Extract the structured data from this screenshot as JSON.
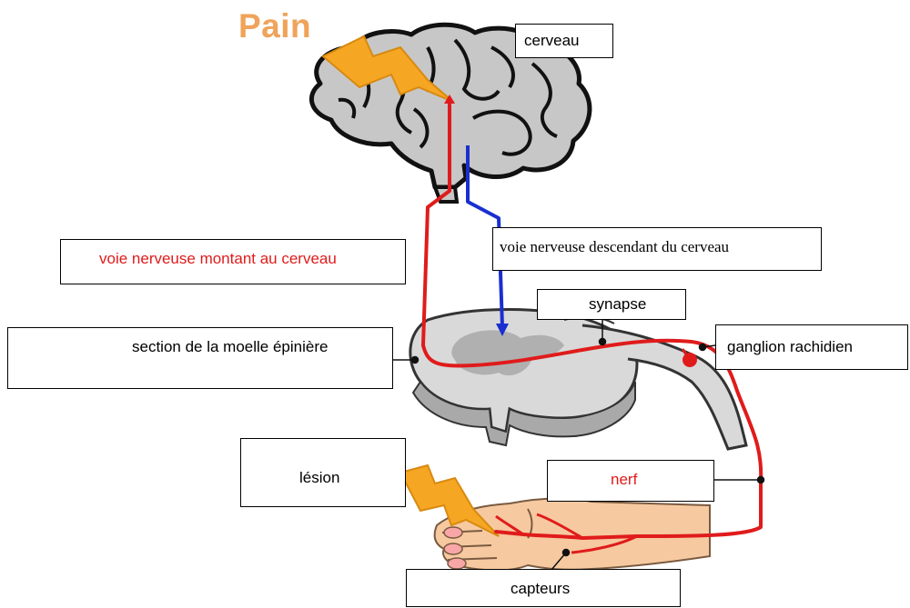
{
  "title": "Pain",
  "labels": {
    "cerveau": "cerveau",
    "voie_montant": "voie nerveuse montant au cerveau",
    "voie_descendant": "voie nerveuse descendant du cerveau",
    "synapse": "synapse",
    "section": "section de la moelle épinière",
    "ganglion": "ganglion rachidien",
    "lesion": "lésion",
    "nerf": "nerf",
    "capteurs": "capteurs"
  },
  "colors": {
    "ascending_pathway": "#e01b1b",
    "descending_pathway": "#1a2fd0",
    "pain_title": "#f0a35a",
    "lightning": "#f5a623",
    "skin": "#f6c9a0",
    "spinal_cord": "#d9d9d9"
  },
  "icons": {
    "brain": "brain-icon",
    "lightning": "lightning-bolt-icon",
    "spinal_cord": "spinal-cord-section-icon",
    "hand": "hand-icon"
  }
}
